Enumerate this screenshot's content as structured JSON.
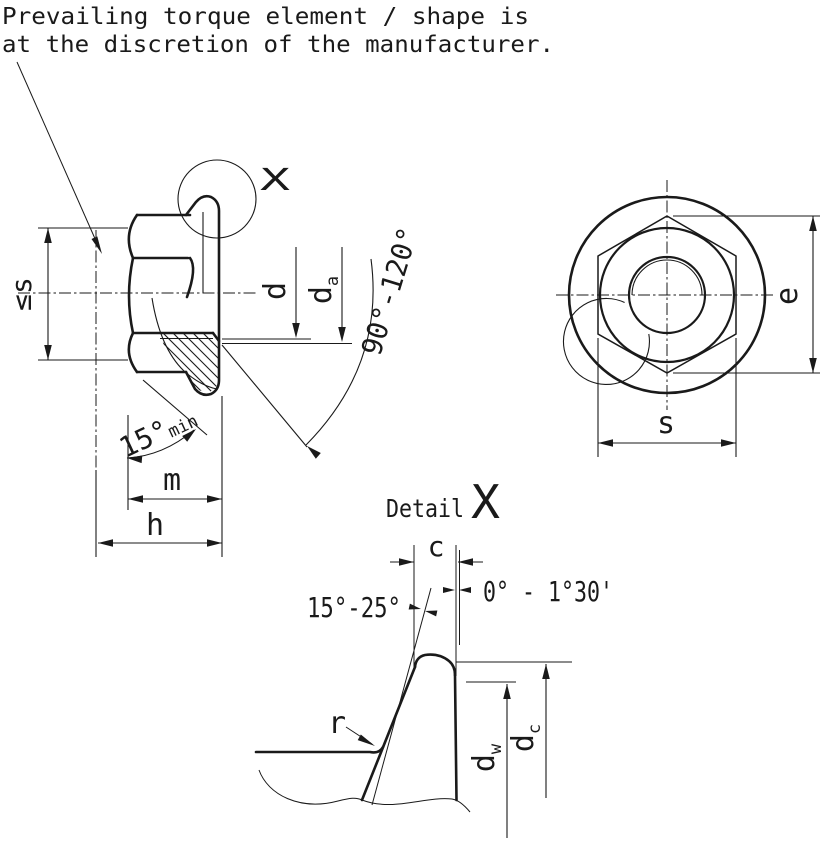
{
  "note": {
    "line1": "Prevailing torque element / shape is",
    "line2": "at the discretion of the manufacturer."
  },
  "main_view": {
    "width_across_flats_max": "≤s",
    "thread_diameter": "d",
    "countersink_diameter_base": "d",
    "countersink_diameter_sub": "a",
    "countersink_angle": "90°-120°",
    "flange_angle_base": "15°",
    "flange_angle_sub": "min",
    "thread_height": "m",
    "overall_height": "h",
    "detail_marker": "X"
  },
  "top_view": {
    "width_across_corners": "e",
    "width_across_flats": "s"
  },
  "detail_view": {
    "title": "Detail",
    "marker": "X",
    "edge_width": "c",
    "bearing_face_angle": "0° - 1°30'",
    "flange_top_angle": "15°-25°",
    "fillet_radius": "r",
    "bearing_diameter_base": "d",
    "bearing_diameter_sub": "w",
    "flange_diameter_base": "d",
    "flange_diameter_sub": "c"
  },
  "colors": {
    "line": "#1a1a1a",
    "background": "#ffffff"
  }
}
